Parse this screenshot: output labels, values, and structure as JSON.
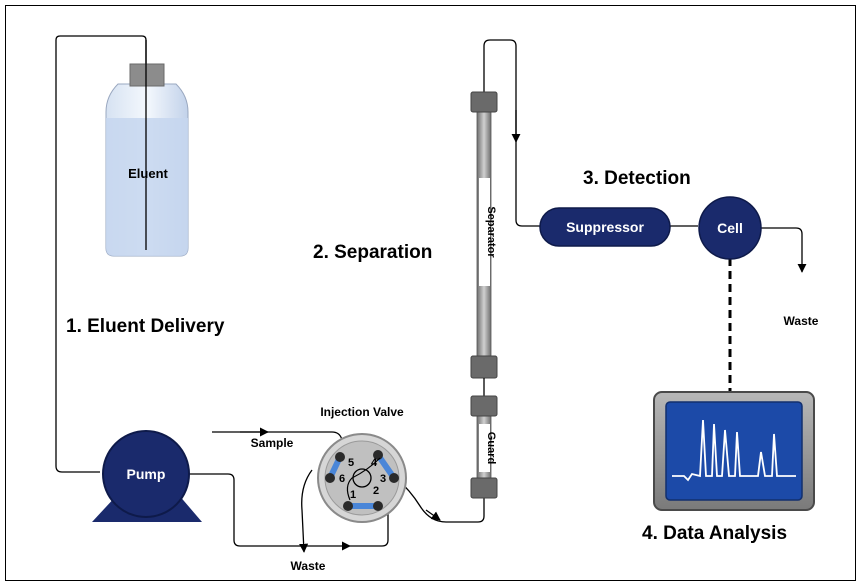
{
  "diagram": {
    "title_eluent_delivery": "1. Eluent Delivery",
    "title_separation": "2. Separation",
    "title_detection": "3. Detection",
    "title_data_analysis": "4. Data Analysis",
    "eluent_label": "Eluent",
    "pump_label": "Pump",
    "injection_valve_label": "Injection Valve",
    "sample_label": "Sample",
    "waste_valve_label": "Waste",
    "waste_cell_label": "Waste",
    "separator_label": "Separator",
    "guard_label": "Guard",
    "suppressor_label": "Suppressor",
    "cell_label": "Cell",
    "port_numbers": [
      "1",
      "2",
      "3",
      "4",
      "5",
      "6"
    ]
  },
  "colors": {
    "component_fill": "#1a2a6c",
    "column_gray": "#9a9a9a",
    "valve_gray": "#c8c8c8",
    "port_link_blue": "#4a86d8",
    "eluent_liquid": "#c8d8ee",
    "monitor_screen": "#1c4aa8"
  }
}
